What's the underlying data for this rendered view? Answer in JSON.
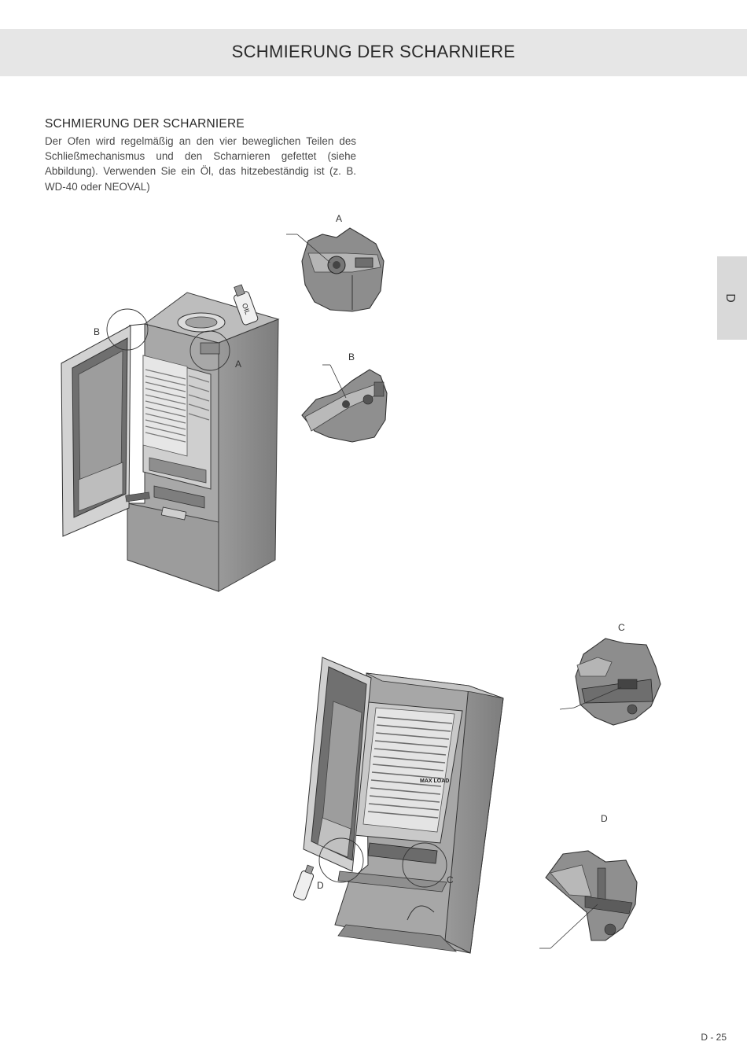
{
  "header": {
    "title": "SCHMIERUNG DER SCHARNIERE"
  },
  "section": {
    "heading": "SCHMIERUNG DER SCHARNIERE",
    "body": "Der Ofen wird regelmäßig an den vier beweglichen Teilen des Schließmechanismus und den Scharnieren gefettet (siehe Abbildung). Verwenden Sie ein Öl, das hitzebeständig ist (z. B. WD-40 oder NEOVAL)"
  },
  "side_tab": {
    "label": "D"
  },
  "figure_top": {
    "label_a": "A",
    "label_b": "B",
    "detail_a_label": "A",
    "detail_b_label": "B",
    "oil_can_text": "OIL"
  },
  "figure_bottom": {
    "label_c": "C",
    "label_d": "D",
    "detail_c_label": "C",
    "detail_d_label": "D",
    "plate_text": "MAX LOAD"
  },
  "footer": {
    "page": "D - 25"
  }
}
